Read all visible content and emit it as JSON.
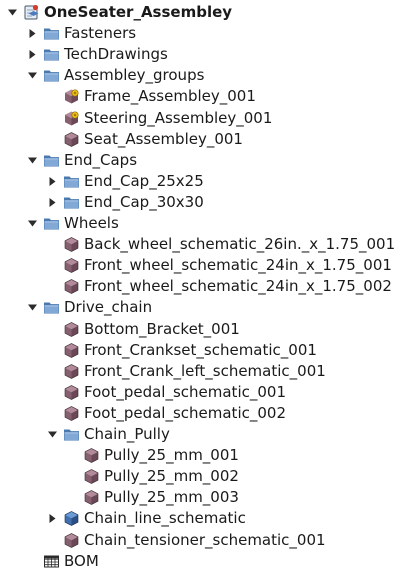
{
  "tree": {
    "rows": [
      {
        "label": "OneSeater_Assembley",
        "icon": "assembly-root-icon",
        "depth": 0,
        "arrow": "down",
        "bold": true
      },
      {
        "label": "Fasteners",
        "icon": "folder-icon",
        "depth": 1,
        "arrow": "right"
      },
      {
        "label": "TechDrawings",
        "icon": "folder-icon",
        "depth": 1,
        "arrow": "right"
      },
      {
        "label": "Assembley_groups",
        "icon": "folder-icon",
        "depth": 1,
        "arrow": "down"
      },
      {
        "label": "Frame_Assembley_001",
        "icon": "part-link-icon",
        "depth": 2,
        "arrow": ""
      },
      {
        "label": "Steering_Assembley_001",
        "icon": "part-link-icon",
        "depth": 2,
        "arrow": ""
      },
      {
        "label": "Seat_Assembley_001",
        "icon": "part-icon",
        "depth": 2,
        "arrow": ""
      },
      {
        "label": "End_Caps",
        "icon": "folder-icon",
        "depth": 1,
        "arrow": "down"
      },
      {
        "label": "End_Cap_25x25",
        "icon": "folder-icon",
        "depth": 2,
        "arrow": "right"
      },
      {
        "label": "End_Cap_30x30",
        "icon": "folder-icon",
        "depth": 2,
        "arrow": "right"
      },
      {
        "label": "Wheels",
        "icon": "folder-icon",
        "depth": 1,
        "arrow": "down"
      },
      {
        "label": "Back_wheel_schematic_26in._x_1.75_001",
        "icon": "part-icon",
        "depth": 2,
        "arrow": ""
      },
      {
        "label": "Front_wheel_schematic_24in_x_1.75_001",
        "icon": "part-icon",
        "depth": 2,
        "arrow": ""
      },
      {
        "label": "Front_wheel_schematic_24in_x_1.75_002",
        "icon": "part-icon",
        "depth": 2,
        "arrow": ""
      },
      {
        "label": "Drive_chain",
        "icon": "folder-icon",
        "depth": 1,
        "arrow": "down"
      },
      {
        "label": "Bottom_Bracket_001",
        "icon": "part-icon",
        "depth": 2,
        "arrow": ""
      },
      {
        "label": "Front_Crankset_schematic_001",
        "icon": "part-icon",
        "depth": 2,
        "arrow": ""
      },
      {
        "label": "Front_Crank_left_schematic_001",
        "icon": "part-icon",
        "depth": 2,
        "arrow": ""
      },
      {
        "label": "Foot_pedal_schematic_001",
        "icon": "part-icon",
        "depth": 2,
        "arrow": ""
      },
      {
        "label": "Foot_pedal_schematic_002",
        "icon": "part-icon",
        "depth": 2,
        "arrow": ""
      },
      {
        "label": "Chain_Pully",
        "icon": "folder-icon",
        "depth": 2,
        "arrow": "down"
      },
      {
        "label": "Pully_25_mm_001",
        "icon": "part-icon",
        "depth": 3,
        "arrow": ""
      },
      {
        "label": "Pully_25_mm_002",
        "icon": "part-icon",
        "depth": 3,
        "arrow": ""
      },
      {
        "label": "Pully_25_mm_003",
        "icon": "part-icon",
        "depth": 3,
        "arrow": ""
      },
      {
        "label": "Chain_line_schematic",
        "icon": "assembly-blue-icon",
        "depth": 2,
        "arrow": "right"
      },
      {
        "label": "Chain_tensioner_schematic_001",
        "icon": "part-icon",
        "depth": 2,
        "arrow": ""
      },
      {
        "label": "BOM",
        "icon": "spreadsheet-icon",
        "depth": 1,
        "arrow": ""
      }
    ]
  }
}
